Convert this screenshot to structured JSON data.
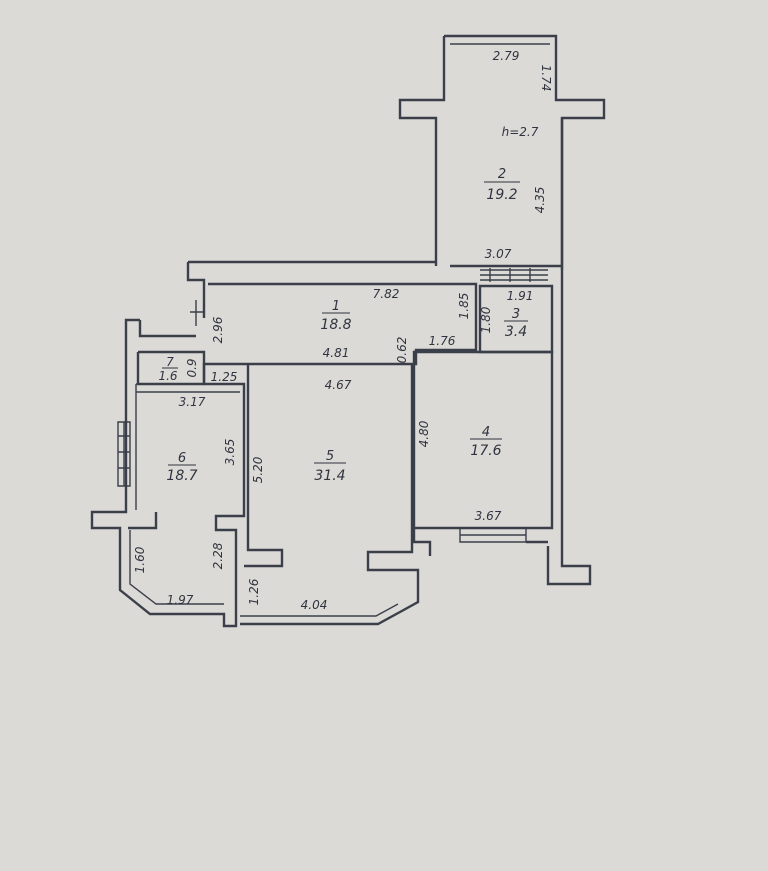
{
  "background_color": "#dcdad6",
  "line_color": "#3a3f4a",
  "rooms": [
    {
      "number": "1",
      "area": "18.8"
    },
    {
      "number": "2",
      "area": "19.2"
    },
    {
      "number": "3",
      "area": "3.4"
    },
    {
      "number": "4",
      "area": "17.6"
    },
    {
      "number": "5",
      "area": "31.4"
    },
    {
      "number": "6",
      "area": "18.7"
    },
    {
      "number": "7",
      "area": "1.6"
    }
  ],
  "ceiling_height": "h=2.7",
  "dimensions": {
    "d_2_79": "2.79",
    "d_1_74": "1.74",
    "d_4_35": "4.35",
    "d_3_07": "3.07",
    "d_7_82": "7.82",
    "d_1_85": "1.85",
    "d_1_91": "1.91",
    "d_1_80": "1.80",
    "d_2_96": "2.96",
    "d_4_81": "4.81",
    "d_0_62": "0.62",
    "d_1_76": "1.76",
    "d_0_9": "0.9",
    "d_1_25": "1.25",
    "d_4_67": "4.67",
    "d_3_17": "3.17",
    "d_3_65": "3.65",
    "d_5_20": "5.20",
    "d_4_80": "4.80",
    "d_3_67": "3.67",
    "d_1_60": "1.60",
    "d_2_28": "2.28",
    "d_1_97": "1.97",
    "d_1_26": "1.26",
    "d_4_04": "4.04"
  }
}
